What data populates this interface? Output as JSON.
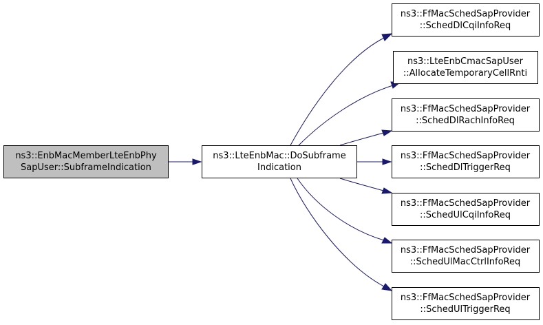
{
  "diagram": {
    "colors": {
      "edge": "#191970",
      "highlighted_fill": "#bfbfbf",
      "node_fill": "#ffffff",
      "border": "#000000"
    },
    "nodes": {
      "root": {
        "line1": "ns3::EnbMacMemberLteEnbPhy",
        "line2": "SapUser::SubframeIndication"
      },
      "center": {
        "line1": "ns3::LteEnbMac::DoSubframe",
        "line2": "Indication"
      },
      "t1": {
        "line1": "ns3::FfMacSchedSapProvider",
        "line2": "::SchedDlCqiInfoReq"
      },
      "t2": {
        "line1": "ns3::LteEnbCmacSapUser",
        "line2": "::AllocateTemporaryCellRnti"
      },
      "t3": {
        "line1": "ns3::FfMacSchedSapProvider",
        "line2": "::SchedDlRachInfoReq"
      },
      "t4": {
        "line1": "ns3::FfMacSchedSapProvider",
        "line2": "::SchedDlTriggerReq"
      },
      "t5": {
        "line1": "ns3::FfMacSchedSapProvider",
        "line2": "::SchedUlCqiInfoReq"
      },
      "t6": {
        "line1": "ns3::FfMacSchedSapProvider",
        "line2": "::SchedUlMacCtrlInfoReq"
      },
      "t7": {
        "line1": "ns3::FfMacSchedSapProvider",
        "line2": "::SchedUlTriggerReq"
      }
    }
  }
}
